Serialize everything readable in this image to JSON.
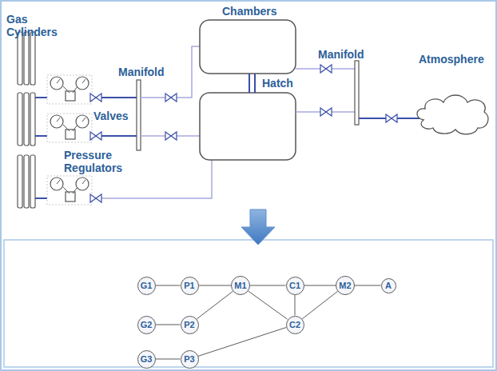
{
  "diagram": {
    "nodes": [
      {
        "text": [
          "G1"
        ]
      },
      {
        "text": [
          "P1"
        ]
      },
      {
        "text": [
          "M1"
        ]
      },
      {
        "text": [
          "C1"
        ]
      },
      {
        "text": [
          "M2"
        ]
      },
      {
        "text": [
          "A"
        ]
      },
      {
        "text": [
          "G2"
        ]
      },
      {
        "text": [
          "P2"
        ]
      },
      {
        "text": [
          "C2"
        ]
      },
      {
        "text": [
          "G3"
        ]
      },
      {
        "text": [
          "P3"
        ]
      }
    ],
    "edges": [
      {
        "from": 0,
        "to": 1,
        "arrow": "none"
      },
      {
        "from": 1,
        "to": 2,
        "arrow": "none"
      },
      {
        "from": 2,
        "to": 3,
        "arrow": "none"
      },
      {
        "from": 3,
        "to": 4,
        "arrow": "none"
      },
      {
        "from": 4,
        "to": 5,
        "arrow": "none"
      },
      {
        "from": 6,
        "to": 7,
        "arrow": "none"
      },
      {
        "from": 7,
        "to": 2,
        "arrow": "none"
      },
      {
        "from": 2,
        "to": 8,
        "arrow": "none"
      },
      {
        "from": 3,
        "to": 8,
        "arrow": "none"
      },
      {
        "from": 8,
        "to": 4,
        "arrow": "none"
      },
      {
        "from": 9,
        "to": 10,
        "arrow": "none"
      },
      {
        "from": 10,
        "to": 8,
        "arrow": "none"
      }
    ],
    "labels": [
      "Gas Cylinders",
      "Chambers",
      "Manifold",
      "Manifold",
      "Atmosphere",
      "Hatch",
      "Valves",
      "Pressure Regulators"
    ]
  }
}
